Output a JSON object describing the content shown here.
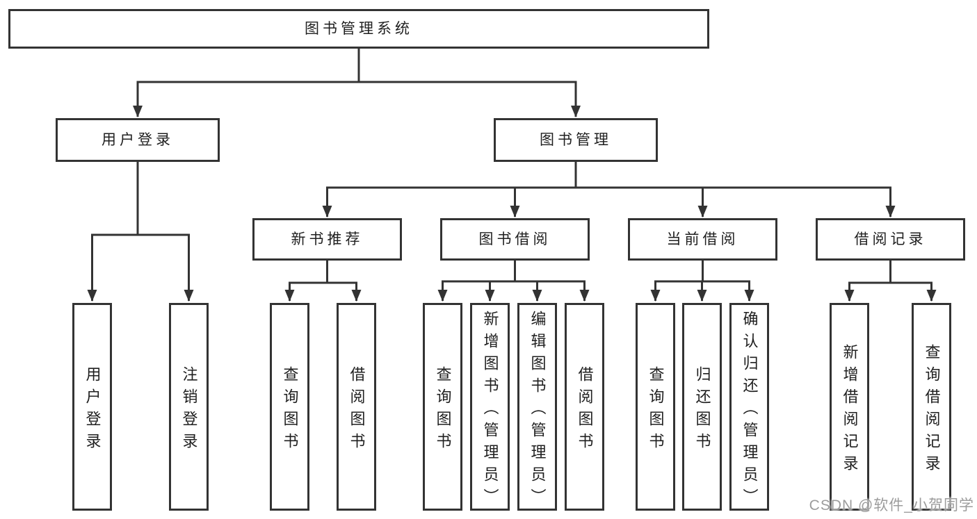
{
  "diagram": {
    "type": "hierarchy-tree",
    "colors": {
      "line": "#333333",
      "box_border": "#333333",
      "box_fill": "#ffffff",
      "text": "#1f1f1f",
      "watermark": "#9c9c9c",
      "background": "#ffffff"
    },
    "tree": {
      "root": {
        "label": "图书管理系统"
      },
      "level2": [
        {
          "label": "用户登录"
        },
        {
          "label": "图书管理"
        }
      ],
      "level3": [
        {
          "label": "新书推荐",
          "parent": "图书管理"
        },
        {
          "label": "图书借阅",
          "parent": "图书管理"
        },
        {
          "label": "当前借阅",
          "parent": "图书管理"
        },
        {
          "label": "借阅记录",
          "parent": "图书管理"
        }
      ],
      "leaves": [
        {
          "label": "用户登录",
          "parent": "用户登录"
        },
        {
          "label": "注销登录",
          "parent": "用户登录"
        },
        {
          "label": "查询图书",
          "parent": "新书推荐"
        },
        {
          "label": "借阅图书",
          "parent": "新书推荐"
        },
        {
          "label": "查询图书",
          "parent": "图书借阅"
        },
        {
          "label": "新增图书（管理员）",
          "parent": "图书借阅"
        },
        {
          "label": "编辑图书（管理员）",
          "parent": "图书借阅"
        },
        {
          "label": "借阅图书",
          "parent": "图书借阅"
        },
        {
          "label": "查询图书",
          "parent": "当前借阅"
        },
        {
          "label": "归还图书",
          "parent": "当前借阅"
        },
        {
          "label": "确认归还（管理员）",
          "parent": "当前借阅"
        },
        {
          "label": "新增借阅记录",
          "parent": "借阅记录"
        },
        {
          "label": "查询借阅记录",
          "parent": "借阅记录"
        }
      ]
    },
    "watermark": {
      "text": "CSDN @软件_小贺同学"
    }
  }
}
